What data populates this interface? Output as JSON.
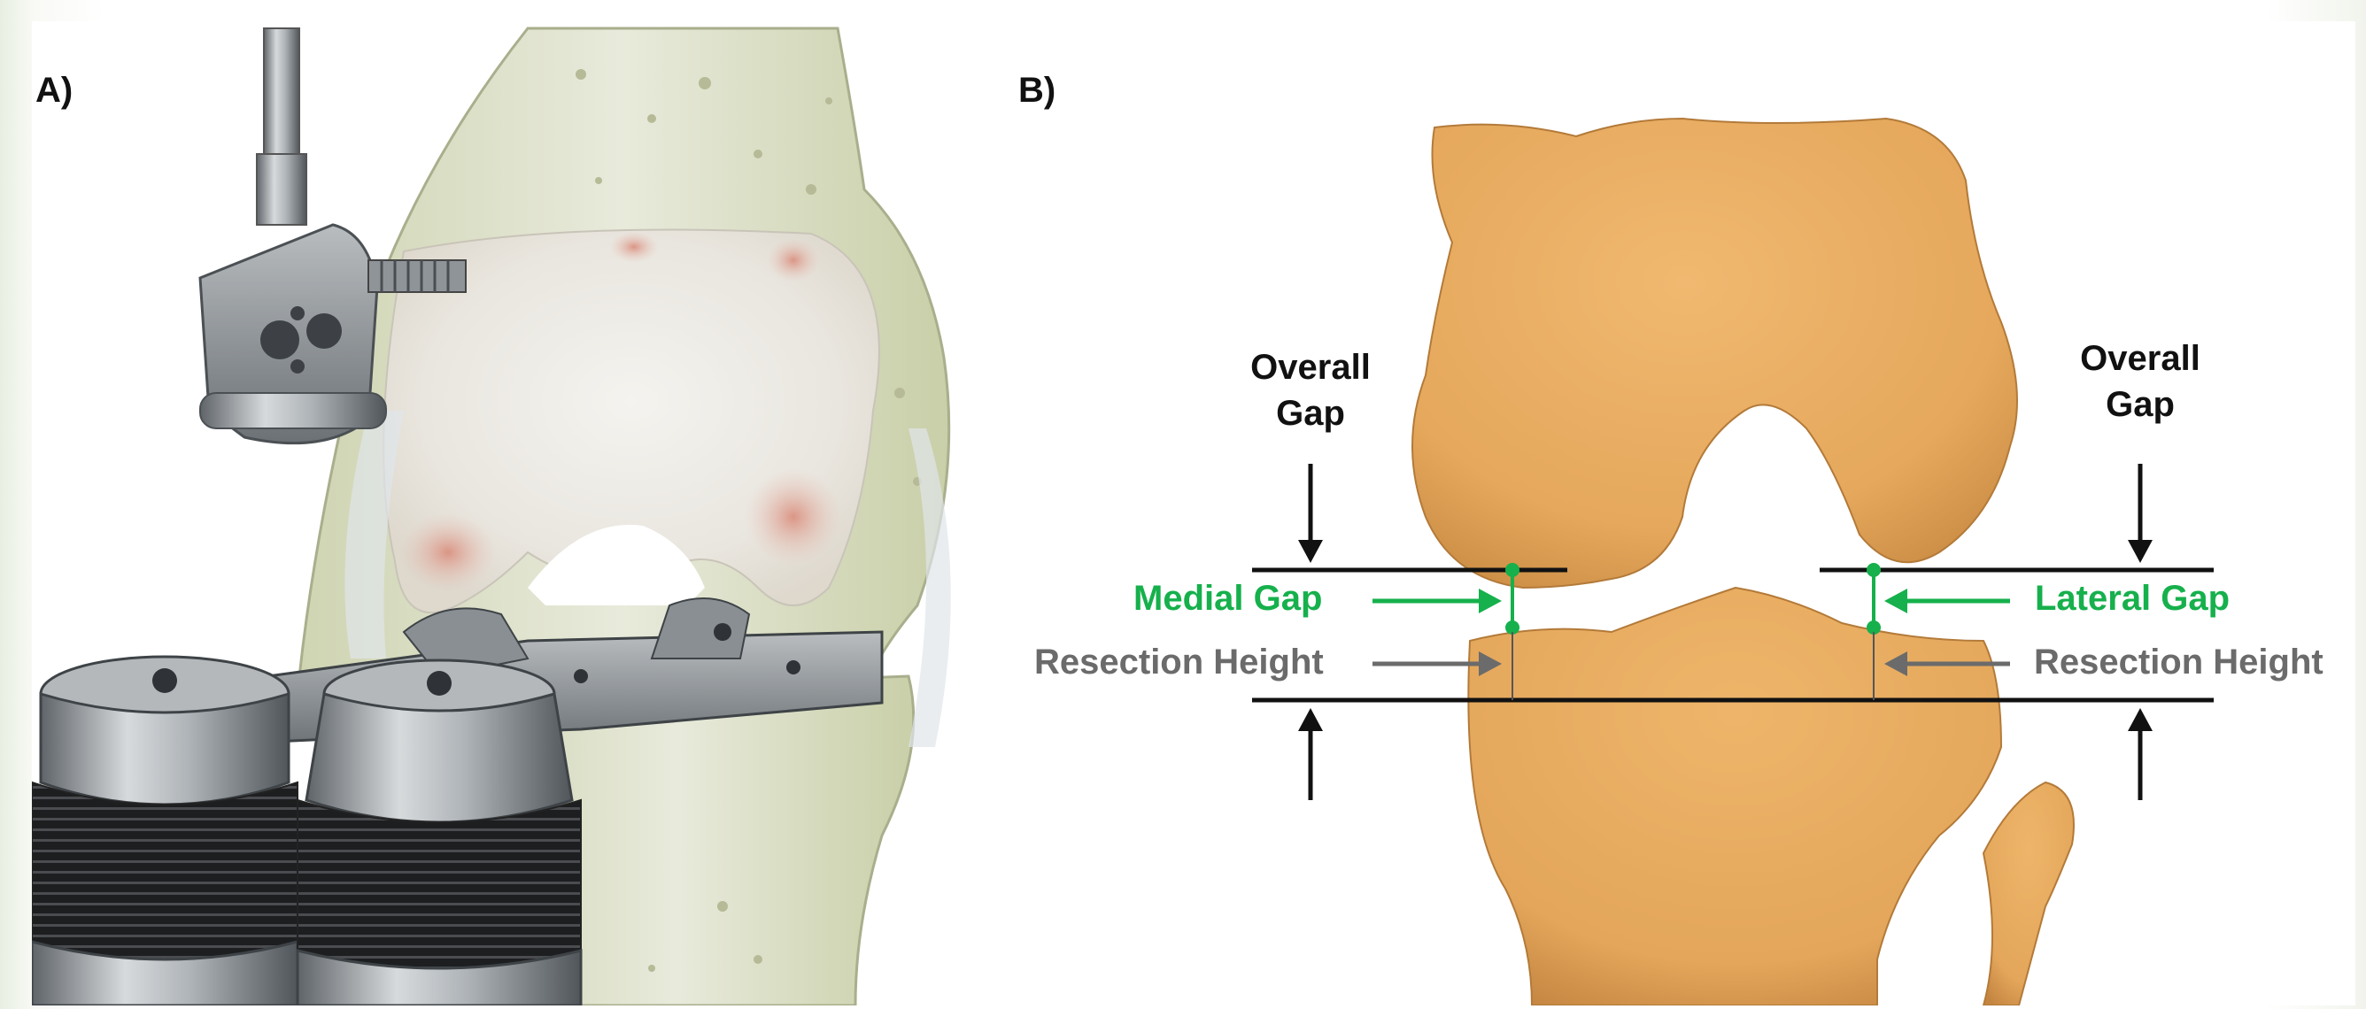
{
  "panel_a": {
    "letter": "A)"
  },
  "panel_b": {
    "letter": "B)",
    "left_overall_gap": [
      "Overall",
      "Gap"
    ],
    "right_overall_gap": [
      "Overall",
      "Gap"
    ],
    "medial_gap": "Medial Gap",
    "lateral_gap": "Lateral Gap",
    "left_resection": "Resection Height",
    "right_resection": "Resection Height"
  },
  "colors": {
    "bone_orange": "#e8ad63",
    "gap_green": "#16b04c",
    "resection_gray": "#6b6b6b",
    "bone_pale": "#e3e6cf",
    "metal": "#9aa0a6"
  }
}
